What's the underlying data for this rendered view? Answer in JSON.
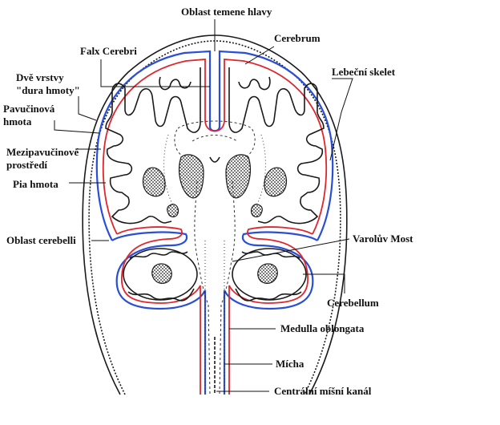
{
  "labels": {
    "oblast_temene_hlavy": "Oblast temene hlavy",
    "falx_cerebri": "Falx Cerebri",
    "cerebrum": "Cerebrum",
    "dve_vrstvy_1": "Dvě vrstvy",
    "dve_vrstvy_2": "\"dura hmoty\"",
    "lebecni_skelet": "Lebeční skelet",
    "pavucinova_1": "Pavučinová",
    "pavucinova_2": "hmota",
    "mezipavucinove_1": "Mezipavučinové",
    "mezipavucinove_2": "prostředí",
    "pia_hmota": "Pia hmota",
    "oblast_cerebelli": "Oblast cerebelli",
    "varoluv_most": "Varolův Most",
    "cerebellum": "Cerebellum",
    "medulla_oblongata": "Medulla oblongata",
    "micha": "Mícha",
    "centralni_michni_kanal": "Centrální míšní kanál"
  },
  "colors": {
    "dura_layer": "#2a4fd6",
    "pia_layer": "#e0262c",
    "outline": "#1a1a1a",
    "text": "#111111",
    "background": "#ffffff"
  }
}
